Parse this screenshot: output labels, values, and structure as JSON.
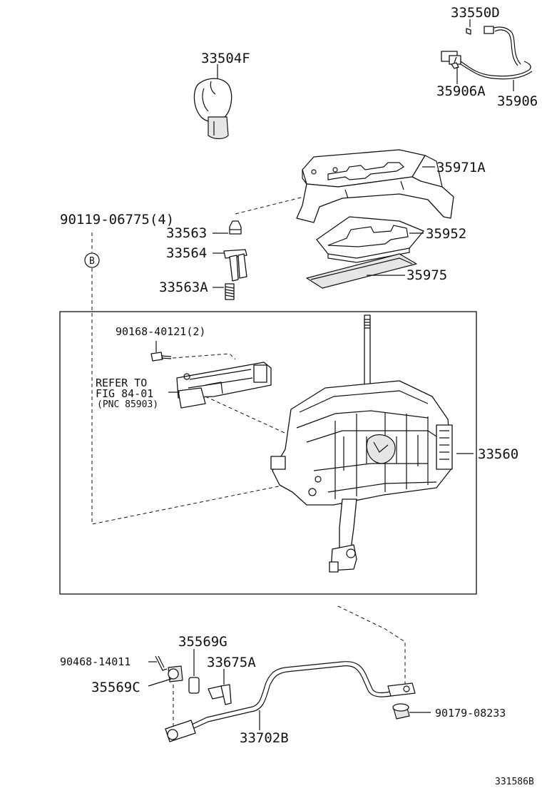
{
  "labels": {
    "p33550D": "33550D",
    "p33504F": "33504F",
    "p35906A": "35906A",
    "p35906": "35906",
    "p35971A": "35971A",
    "p90119": "90119-06775(4)",
    "p33563": "33563",
    "p35952": "35952",
    "p33564": "33564",
    "p33563A": "33563A",
    "p35975": "35975",
    "p90168": "90168-40121(2)",
    "ref1": "REFER TO",
    "ref2": "FIG 84-01",
    "ref3": "(PNC 85903)",
    "p33560": "33560",
    "p35569G": "35569G",
    "p90468": "90468-14011",
    "p33675A": "33675A",
    "p35569C": "35569C",
    "p90179": "90179-08233",
    "p33702B": "33702B",
    "circleB": "B",
    "figno": "331586B"
  }
}
